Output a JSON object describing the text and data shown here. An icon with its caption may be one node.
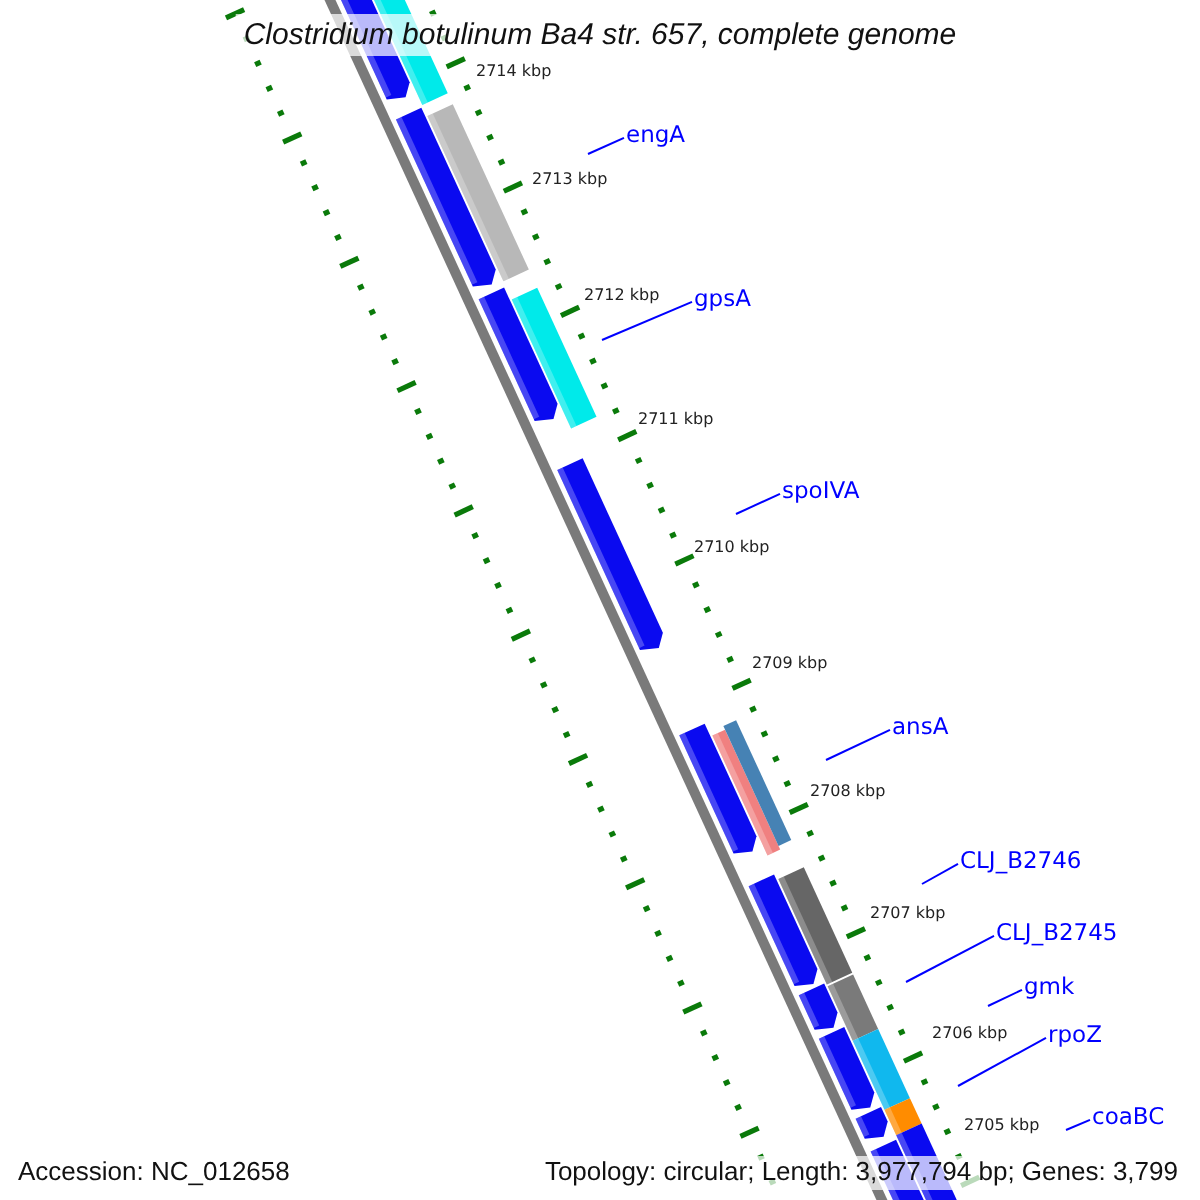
{
  "diagram": {
    "title": "Clostridium botulinum Ba4 str. 657, complete genome",
    "nodes": [
      {
        "text": [
          "engA"
        ]
      },
      {
        "text": [
          "gpsA"
        ]
      },
      {
        "text": [
          "spoIVA"
        ]
      },
      {
        "text": [
          "ansA"
        ]
      },
      {
        "text": [
          "CLJ_B2746"
        ]
      },
      {
        "text": [
          "CLJ_B2745"
        ]
      },
      {
        "text": [
          "gmk"
        ]
      },
      {
        "text": [
          "rpoZ"
        ]
      },
      {
        "text": [
          "coaBC"
        ]
      }
    ],
    "edges": [
      {
        "from": 0,
        "to": null,
        "arrow": "none"
      },
      {
        "from": 1,
        "to": null,
        "arrow": "none"
      },
      {
        "from": 2,
        "to": null,
        "arrow": "none"
      },
      {
        "from": 3,
        "to": null,
        "arrow": "none"
      },
      {
        "from": 4,
        "to": null,
        "arrow": "none"
      },
      {
        "from": 5,
        "to": null,
        "arrow": "none"
      },
      {
        "from": 6,
        "to": null,
        "arrow": "none"
      },
      {
        "from": 7,
        "to": null,
        "arrow": "none"
      },
      {
        "from": 8,
        "to": null,
        "arrow": "none"
      }
    ],
    "labels": [
      "2714 kbp",
      "2713 kbp",
      "2712 kbp",
      "2711 kbp",
      "2710 kbp",
      "2709 kbp",
      "2708 kbp",
      "2707 kbp",
      "2706 kbp",
      "2705 kbp",
      "Accession: NC_012658",
      "Topology: circular; Length: 3,977,794 bp; Genes: 3,799"
    ]
  }
}
